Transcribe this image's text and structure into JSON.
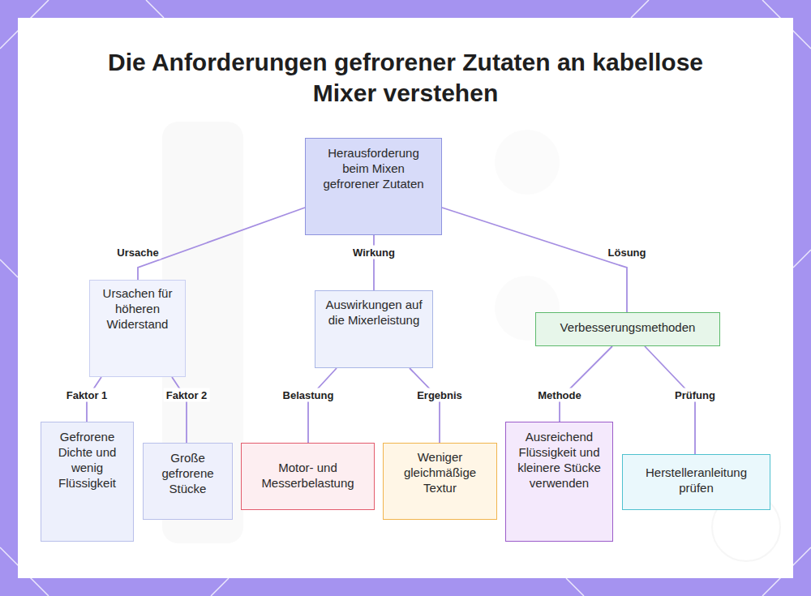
{
  "diagram": {
    "title": "Die Anforderungen gefrorener Zutaten an kabellose Mixer verstehen",
    "nodes": [
      {
        "text": [
          "Herausforderung beim Mixen gefrorener Zutaten"
        ]
      },
      {
        "text": [
          "Ursachen für höheren Widerstand"
        ]
      },
      {
        "text": [
          "Auswirkungen auf die Mixerleistung"
        ]
      },
      {
        "text": [
          "Verbesserungsmethoden"
        ]
      },
      {
        "text": [
          "Gefrorene Dichte und wenig Flüssigkeit"
        ]
      },
      {
        "text": [
          "Große gefrorene Stücke"
        ]
      },
      {
        "text": [
          "Motor- und Messerbelastung"
        ]
      },
      {
        "text": [
          "Weniger gleichmäßige Textur"
        ]
      },
      {
        "text": [
          "Ausreichend Flüssigkeit und kleinere Stücke verwenden"
        ]
      },
      {
        "text": [
          "Herstelleranleitung prüfen"
        ]
      }
    ],
    "edges": [
      {
        "from": 0,
        "to": 1,
        "arrow": "none",
        "label": "Ursache"
      },
      {
        "from": 0,
        "to": 2,
        "arrow": "none",
        "label": "Wirkung"
      },
      {
        "from": 0,
        "to": 3,
        "arrow": "none",
        "label": "Lösung"
      },
      {
        "from": 1,
        "to": 4,
        "arrow": "none",
        "label": "Faktor 1"
      },
      {
        "from": 1,
        "to": 5,
        "arrow": "none",
        "label": "Faktor 2"
      },
      {
        "from": 2,
        "to": 6,
        "arrow": "none",
        "label": "Belastung"
      },
      {
        "from": 2,
        "to": 7,
        "arrow": "none",
        "label": "Ergebnis"
      },
      {
        "from": 3,
        "to": 8,
        "arrow": "none",
        "label": "Methode"
      },
      {
        "from": 3,
        "to": 9,
        "arrow": "none",
        "label": "Prüfung"
      }
    ]
  }
}
